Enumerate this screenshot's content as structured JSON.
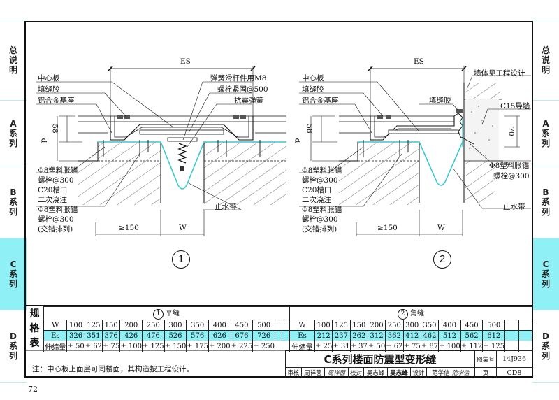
{
  "side_tabs": [
    {
      "label": [
        "总",
        "说",
        "明"
      ],
      "active": false
    },
    {
      "label": [
        "A",
        "系",
        "列"
      ],
      "active": false
    },
    {
      "label": [
        "B",
        "系",
        "列"
      ],
      "active": false
    },
    {
      "label": [
        "C",
        "系",
        "列"
      ],
      "active": true
    },
    {
      "label": [
        "D",
        "系",
        "列"
      ],
      "active": false
    }
  ],
  "figure1": {
    "number": "1",
    "dimension_top": "ES",
    "dim_58": "58",
    "dim_d": "d",
    "dim_min": "≥150",
    "dim_w": "W",
    "labels_left": [
      "中心板",
      "填缝胶",
      "铝合金基座"
    ],
    "labels_right": [
      "弹簧滑杆件用M8",
      "螺栓紧固@500",
      "抗震弹簧"
    ],
    "labels_bottom_left": [
      "Φ8塑料胀锚",
      "螺栓@300",
      "C20槽口",
      "二次浇注",
      "Φ8塑料胀锚",
      "螺栓@300",
      "(交错排列)"
    ],
    "label_waterstop": "止水带"
  },
  "figure2": {
    "number": "2",
    "dimension_top": "ES",
    "dim_58": "58",
    "dim_d": "d",
    "dim_70": "70",
    "dim_min": "≥150",
    "dim_w": "W",
    "labels_left": [
      "中心板",
      "填缝胶",
      "铝合金基座"
    ],
    "label_filler_right": "填缝胶",
    "label_wall": "墙体见工程设计",
    "label_guide_wall": "C15导墙",
    "labels_right_anchor": [
      "Φ8塑料胀锚",
      "螺栓@300"
    ],
    "labels_bottom_left": [
      "Φ8塑料胀锚",
      "螺栓@300",
      "C20槽口",
      "二次浇注",
      "Φ8塑料胀锚",
      "螺栓@300",
      "(交错排列)"
    ],
    "label_waterstop": "止水带"
  },
  "spec_table": {
    "side_label": [
      "规",
      "格",
      "表"
    ],
    "row_labels": [
      "W",
      "Es",
      "伸缩量"
    ],
    "flat": {
      "number": "1",
      "title": "平缝",
      "W": [
        "100",
        "125",
        "150",
        "200",
        "250",
        "300",
        "350",
        "400",
        "450",
        "500"
      ],
      "Es": [
        "326",
        "351",
        "376",
        "426",
        "476",
        "526",
        "576",
        "626",
        "676",
        "726"
      ],
      "movement": [
        "± 50",
        "± 62",
        "± 75",
        "± 100",
        "± 125",
        "± 150",
        "± 175",
        "± 200",
        "± 225",
        "± 250"
      ]
    },
    "corner": {
      "number": "2",
      "title": "角缝",
      "W": [
        "100",
        "125",
        "150",
        "200",
        "250",
        "300",
        "350",
        "400",
        "450",
        "500"
      ],
      "Es": [
        "212",
        "237",
        "262",
        "312",
        "362",
        "412",
        "462",
        "512",
        "562",
        "612"
      ],
      "movement": [
        "± 25",
        "± 31",
        "± 37",
        "± 50",
        "± 62",
        "± 75",
        "± 87",
        "± 100",
        "± 112",
        "± 125"
      ]
    }
  },
  "note": "注：中心板上面层可同楼面，其构造按工程设计。",
  "title_block": {
    "title": "C系列楼面防震型变形缝",
    "atlas_label": "图集号",
    "atlas_no": "14J936",
    "review_label": "审核",
    "review_name": "周祥茵",
    "review_sign": "周祥茵",
    "check_label": "校对",
    "check_name": "吴志峰",
    "check_sign": "吴志峰",
    "design_label": "设计",
    "design_name": "范学信",
    "design_sign": "范学信",
    "page_label": "页",
    "page_no": "CD8"
  },
  "page_number": "72",
  "colors": {
    "accent": "#8ff0f6",
    "waterstop": "#3cc8d0",
    "line": "#111111"
  }
}
